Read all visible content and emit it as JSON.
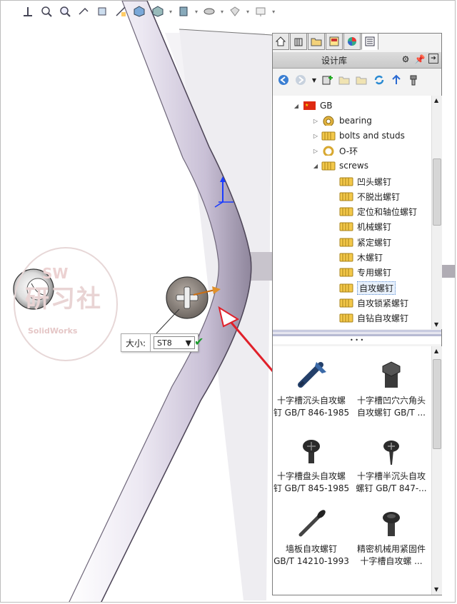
{
  "size_popup": {
    "label": "大小:",
    "value": "ST8"
  },
  "watermark": {
    "sw": "SW",
    "big": "研习社",
    "small": "SolidWorks"
  },
  "panel": {
    "title": "设计库",
    "tree": [
      {
        "label": "GB",
        "level": 0,
        "expander": "open",
        "icon": "china-flag-icon"
      },
      {
        "label": "bearing",
        "level": 1,
        "expander": "closed",
        "icon": "bearing-icon"
      },
      {
        "label": "bolts and studs",
        "level": 1,
        "expander": "closed",
        "icon": "folder-icon"
      },
      {
        "label": "O-环",
        "level": 1,
        "expander": "closed",
        "icon": "oring-icon"
      },
      {
        "label": "screws",
        "level": 1,
        "expander": "open",
        "icon": "folder-icon"
      },
      {
        "label": "凹头螺钉",
        "level": 2,
        "icon": "folder-icon"
      },
      {
        "label": "不脱出螺钉",
        "level": 2,
        "icon": "folder-icon"
      },
      {
        "label": "定位和轴位螺钉",
        "level": 2,
        "icon": "folder-icon"
      },
      {
        "label": "机械螺钉",
        "level": 2,
        "icon": "folder-icon"
      },
      {
        "label": "紧定螺钉",
        "level": 2,
        "icon": "folder-icon"
      },
      {
        "label": "木螺钉",
        "level": 2,
        "icon": "folder-icon"
      },
      {
        "label": "专用螺钉",
        "level": 2,
        "icon": "folder-icon"
      },
      {
        "label": "自攻螺钉",
        "level": 2,
        "icon": "folder-icon",
        "selected": true
      },
      {
        "label": "自攻锁紧螺钉",
        "level": 2,
        "icon": "folder-icon"
      },
      {
        "label": "自钻自攻螺钉",
        "level": 2,
        "icon": "folder-icon"
      }
    ],
    "items": [
      {
        "line1": "十字槽沉头自攻螺",
        "line2": "钉 GB/T 846-1985",
        "icon": "countersunk-screw-icon"
      },
      {
        "line1": "十字槽凹穴六角头",
        "line2": "自攻螺钉 GB/T ...",
        "icon": "hex-head-screw-icon"
      },
      {
        "line1": "十字槽盘头自攻螺",
        "line2": "钉 GB/T 845-1985",
        "icon": "pan-head-screw-icon"
      },
      {
        "line1": "十字槽半沉头自攻",
        "line2": "螺钉 GB/T 847-...",
        "icon": "raised-countersunk-screw-icon"
      },
      {
        "line1": "墙板自攻螺钉",
        "line2": "GB/T 14210-1993",
        "icon": "drywall-screw-icon"
      },
      {
        "line1": "精密机械用紧固件",
        "line2": "十字槽自攻螺 ...",
        "icon": "precision-screw-icon"
      }
    ]
  },
  "colors": {
    "accent_arrow": "#e0202a",
    "axis_blue": "#1a3cff",
    "check_green": "#1c9b2c"
  }
}
